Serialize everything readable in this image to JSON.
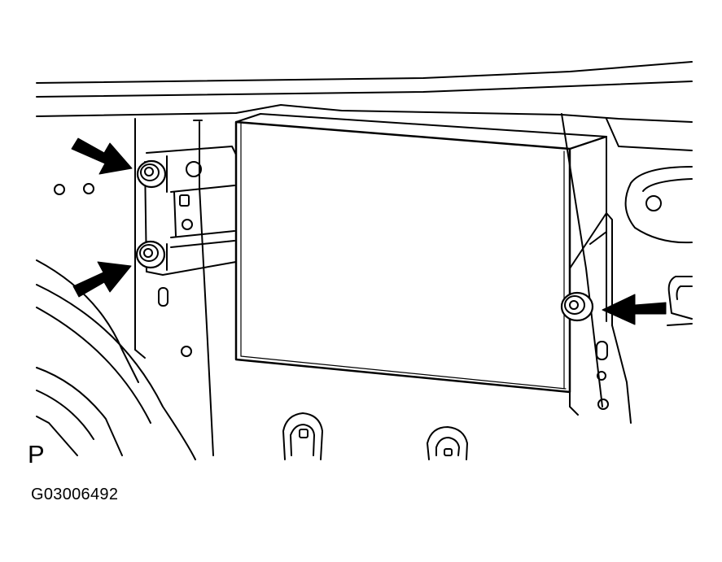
{
  "figure": {
    "view_label": "P",
    "figure_code": "G03006492",
    "callout_count": 3,
    "ink_color": "#000000",
    "paper_color": "#ffffff"
  }
}
